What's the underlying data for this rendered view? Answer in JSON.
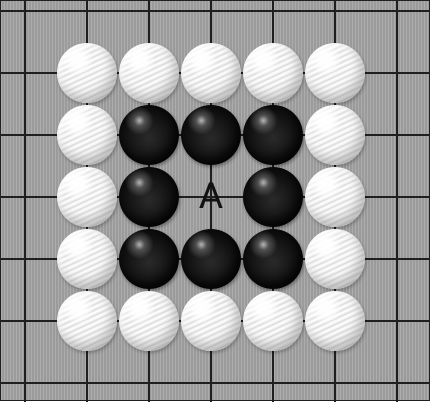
{
  "board": {
    "size": 7,
    "colors": {
      "board": "#a3a3a3",
      "grid": "#1f1f1f",
      "white_stone": "#f2f2f2",
      "black_stone": "#111111",
      "label": "#111111"
    },
    "stones": [
      {
        "row": 1,
        "col": 1,
        "color": "white"
      },
      {
        "row": 1,
        "col": 2,
        "color": "white"
      },
      {
        "row": 1,
        "col": 3,
        "color": "white"
      },
      {
        "row": 1,
        "col": 4,
        "color": "white"
      },
      {
        "row": 1,
        "col": 5,
        "color": "white"
      },
      {
        "row": 2,
        "col": 1,
        "color": "white"
      },
      {
        "row": 2,
        "col": 2,
        "color": "black"
      },
      {
        "row": 2,
        "col": 3,
        "color": "black"
      },
      {
        "row": 2,
        "col": 4,
        "color": "black"
      },
      {
        "row": 2,
        "col": 5,
        "color": "white"
      },
      {
        "row": 3,
        "col": 1,
        "color": "white"
      },
      {
        "row": 3,
        "col": 2,
        "color": "black"
      },
      {
        "row": 3,
        "col": 4,
        "color": "black"
      },
      {
        "row": 3,
        "col": 5,
        "color": "white"
      },
      {
        "row": 4,
        "col": 1,
        "color": "white"
      },
      {
        "row": 4,
        "col": 2,
        "color": "black"
      },
      {
        "row": 4,
        "col": 3,
        "color": "black"
      },
      {
        "row": 4,
        "col": 4,
        "color": "black"
      },
      {
        "row": 4,
        "col": 5,
        "color": "white"
      },
      {
        "row": 5,
        "col": 1,
        "color": "white"
      },
      {
        "row": 5,
        "col": 2,
        "color": "white"
      },
      {
        "row": 5,
        "col": 3,
        "color": "white"
      },
      {
        "row": 5,
        "col": 4,
        "color": "white"
      },
      {
        "row": 5,
        "col": 5,
        "color": "white"
      }
    ],
    "labels": [
      {
        "row": 3,
        "col": 3,
        "text": "A"
      }
    ]
  }
}
